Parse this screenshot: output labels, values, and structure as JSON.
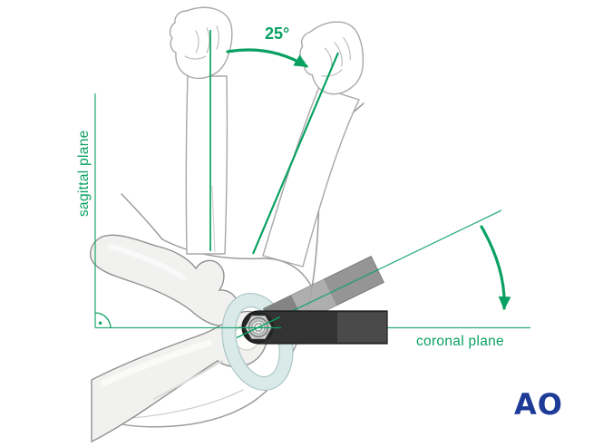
{
  "labels": {
    "sagittal_plane": "sagittal plane",
    "coronal_plane": "coronal plane",
    "angle": "25°",
    "logo": "AO"
  },
  "colors": {
    "accent-green": "#09a162",
    "logo-blue": "#1e3b97",
    "instrument-dark": "#333333",
    "instrument-light": "#8d8d8d",
    "cartilage-teal": "#d9eae9",
    "bone-fill": "#f1f1ef",
    "outline-gray": "#9c9c9c"
  },
  "icons": {
    "right-angle-marker": "quarter-arc-with-dot",
    "angle-arrow": "curved-arrow-right",
    "rotation-arrow": "curved-arrow-down"
  }
}
